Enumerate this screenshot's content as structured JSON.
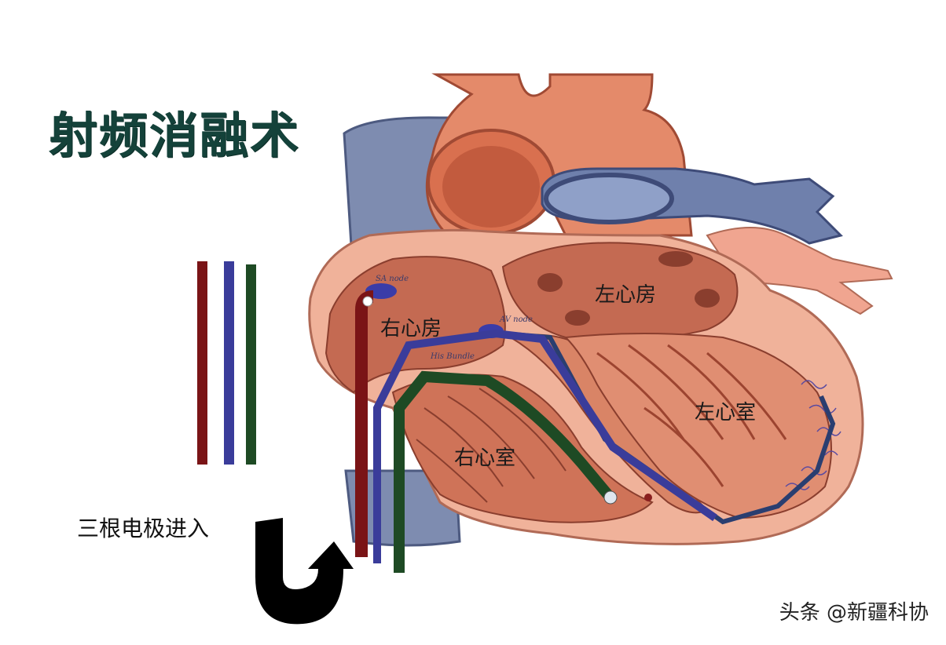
{
  "title": "射频消融术",
  "labels": {
    "right_atrium": "右心房",
    "left_atrium": "左心房",
    "right_ventricle": "右心室",
    "left_ventricle": "左心室",
    "sa_node": "SA node",
    "av_node": "AV node",
    "his_bundle": "His Bundle"
  },
  "entry_label": "三根电极进入",
  "watermark": "头条 @新疆科协",
  "colors": {
    "title": "#14423a",
    "electrode_red": "#7a1416",
    "electrode_blue": "#3a3c9a",
    "electrode_green": "#1e4a24",
    "vessel_blue": "#6f7fa6",
    "heart_wall": "#e8a08a",
    "heart_muscle": "#b8543e"
  },
  "icons": {
    "entry_arrow": "u-turn-arrow-icon"
  }
}
